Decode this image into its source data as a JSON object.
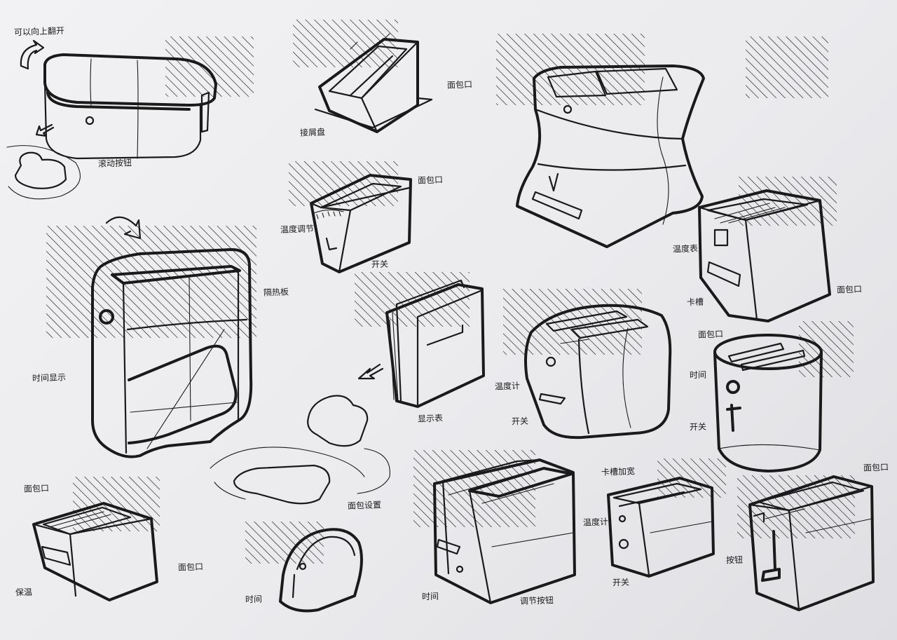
{
  "labels": {
    "top_note": "可以向上翻开",
    "s1_button": "滚动按钮",
    "s2_tray": "接屑盘",
    "s2_slot": "面包口",
    "s3_slot": "面包口",
    "s3_dial": "温度调节",
    "s3_switch": "开关",
    "s5_indicator": "温度表",
    "s5_slot": "卡槽",
    "s5_bread": "面包口",
    "s6_time": "时间显示",
    "s6_panel": "隔热板",
    "s7_meter": "显示表",
    "s8_temp": "温度计",
    "s8_switch": "开关",
    "s9_slot": "面包口",
    "s9_timer": "时间",
    "s9_button": "开关",
    "s10_bread": "面包口",
    "s10_slot": "面包口",
    "s10_warm": "保温",
    "s11_button": "面包设置",
    "s11_time": "时间",
    "s12_time": "时间",
    "s12_button": "调节按钮",
    "s13_slot": "卡槽加宽",
    "s13_temp": "温度计",
    "s13_switch": "开关",
    "s14_slot": "面包口",
    "s14_button": "按钮"
  },
  "colors": {
    "paper": "#ececef",
    "ink": "#1a1a1a",
    "background": "#3a3633"
  }
}
